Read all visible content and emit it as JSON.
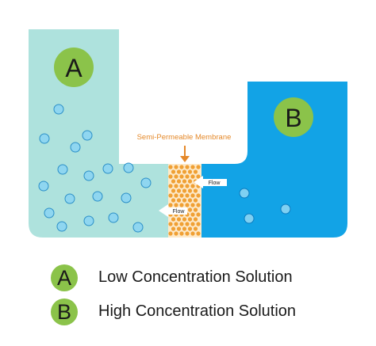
{
  "diagram": {
    "membrane_label": "Semi-Permeable Membrane",
    "badge_a": "A",
    "badge_b": "B",
    "flow_label_1": "Flow",
    "flow_label_2": "Flow",
    "colors": {
      "solution_a": "#aee2dd",
      "solution_b": "#12a3e6",
      "particle_a": "#8fd6f0",
      "particle_b": "#7fd0f2",
      "membrane_bg": "#fde9c8",
      "membrane_dot": "#f0a034",
      "label_orange": "#e5892a",
      "badge_green": "#8bc34a",
      "text_dark": "#1a1a1a"
    }
  },
  "legend": [
    {
      "badge": "A",
      "text": "Low Concentration Solution"
    },
    {
      "badge": "B",
      "text": "High Concentration Solution"
    }
  ]
}
